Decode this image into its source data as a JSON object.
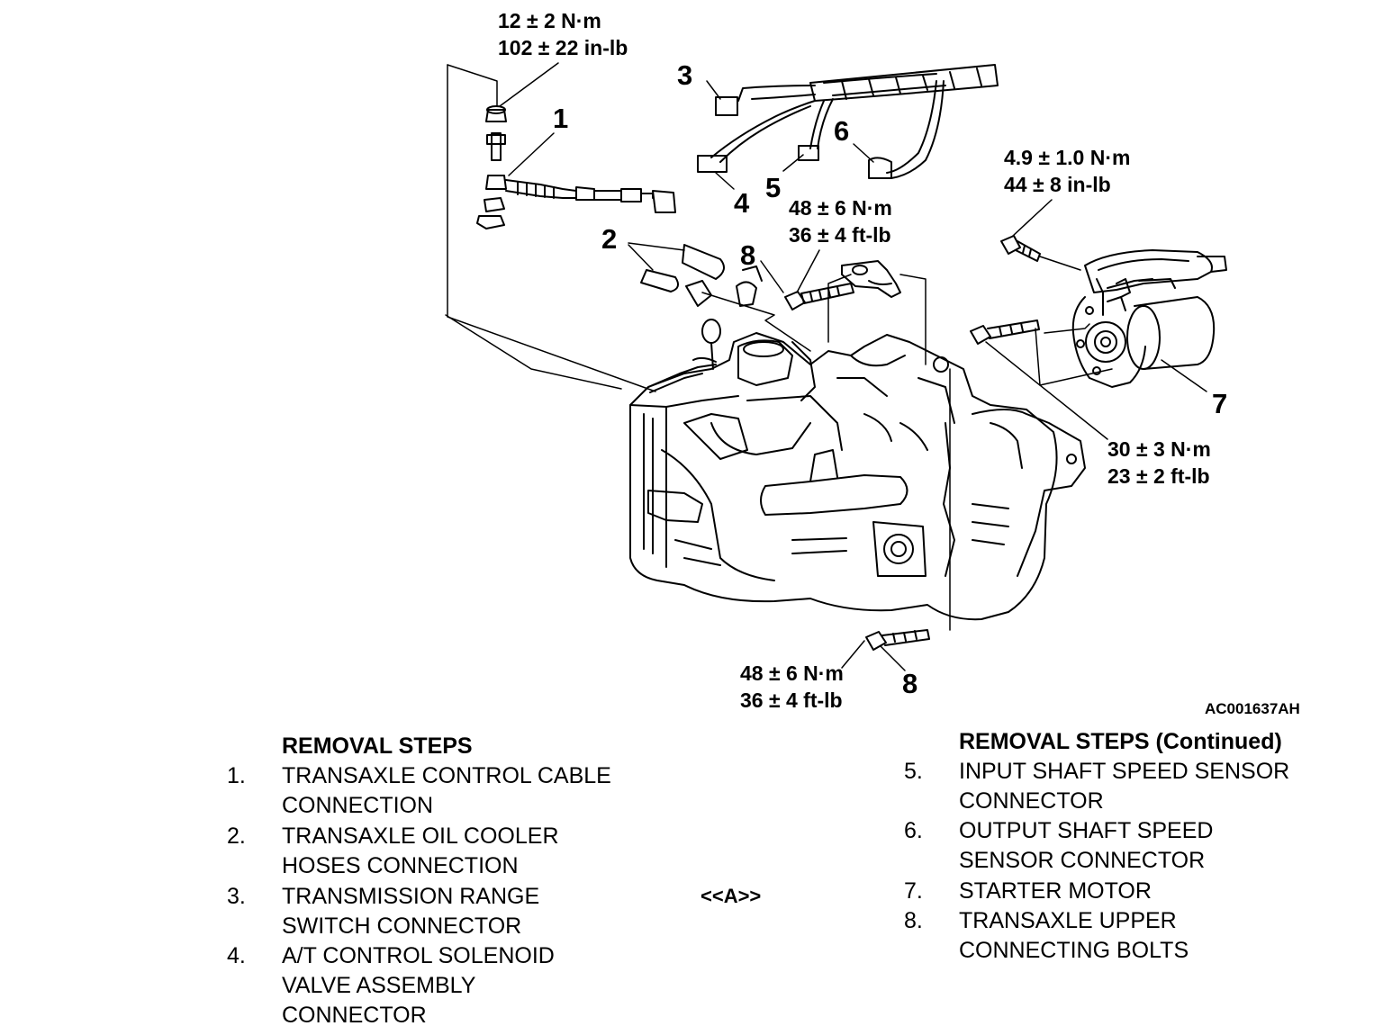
{
  "torque_labels": [
    {
      "id": "t1",
      "line1": "12 ± 2 N·m",
      "line2": "102 ± 22 in-lb"
    },
    {
      "id": "t2",
      "line1": "48 ± 6 N·m",
      "line2": "36 ± 4 ft-lb"
    },
    {
      "id": "t3",
      "line1": "4.9 ± 1.0 N·m",
      "line2": "44 ± 8 in-lb"
    },
    {
      "id": "t4",
      "line1": "30 ± 3 N·m",
      "line2": "23 ± 2 ft-lb"
    },
    {
      "id": "t5",
      "line1": "48 ± 6 N·m",
      "line2": "36 ± 4 ft-lb"
    }
  ],
  "callouts": [
    "1",
    "2",
    "3",
    "4",
    "5",
    "6",
    "7",
    "8",
    "8"
  ],
  "figure_id": "AC001637AH",
  "steps_left": {
    "title": "REMOVAL STEPS",
    "items": [
      {
        "num": "1.",
        "lines": [
          "TRANSAXLE CONTROL CABLE",
          "CONNECTION"
        ]
      },
      {
        "num": "2.",
        "lines": [
          "TRANSAXLE OIL COOLER",
          "HOSES CONNECTION"
        ]
      },
      {
        "num": "3.",
        "lines": [
          "TRANSMISSION RANGE",
          "SWITCH CONNECTOR"
        ]
      },
      {
        "num": "4.",
        "lines": [
          "A/T CONTROL SOLENOID",
          "VALVE ASSEMBLY",
          "CONNECTOR"
        ]
      }
    ]
  },
  "ref_marker": "<<A>>",
  "steps_right": {
    "title": "REMOVAL STEPS (Continued)",
    "items": [
      {
        "num": "5.",
        "lines": [
          "INPUT SHAFT SPEED SENSOR",
          "CONNECTOR"
        ]
      },
      {
        "num": "6.",
        "lines": [
          "OUTPUT SHAFT SPEED",
          "SENSOR CONNECTOR"
        ]
      },
      {
        "num": "7.",
        "lines": [
          "STARTER MOTOR"
        ]
      },
      {
        "num": "8.",
        "lines": [
          "TRANSAXLE UPPER",
          "CONNECTING BOLTS"
        ]
      }
    ]
  }
}
